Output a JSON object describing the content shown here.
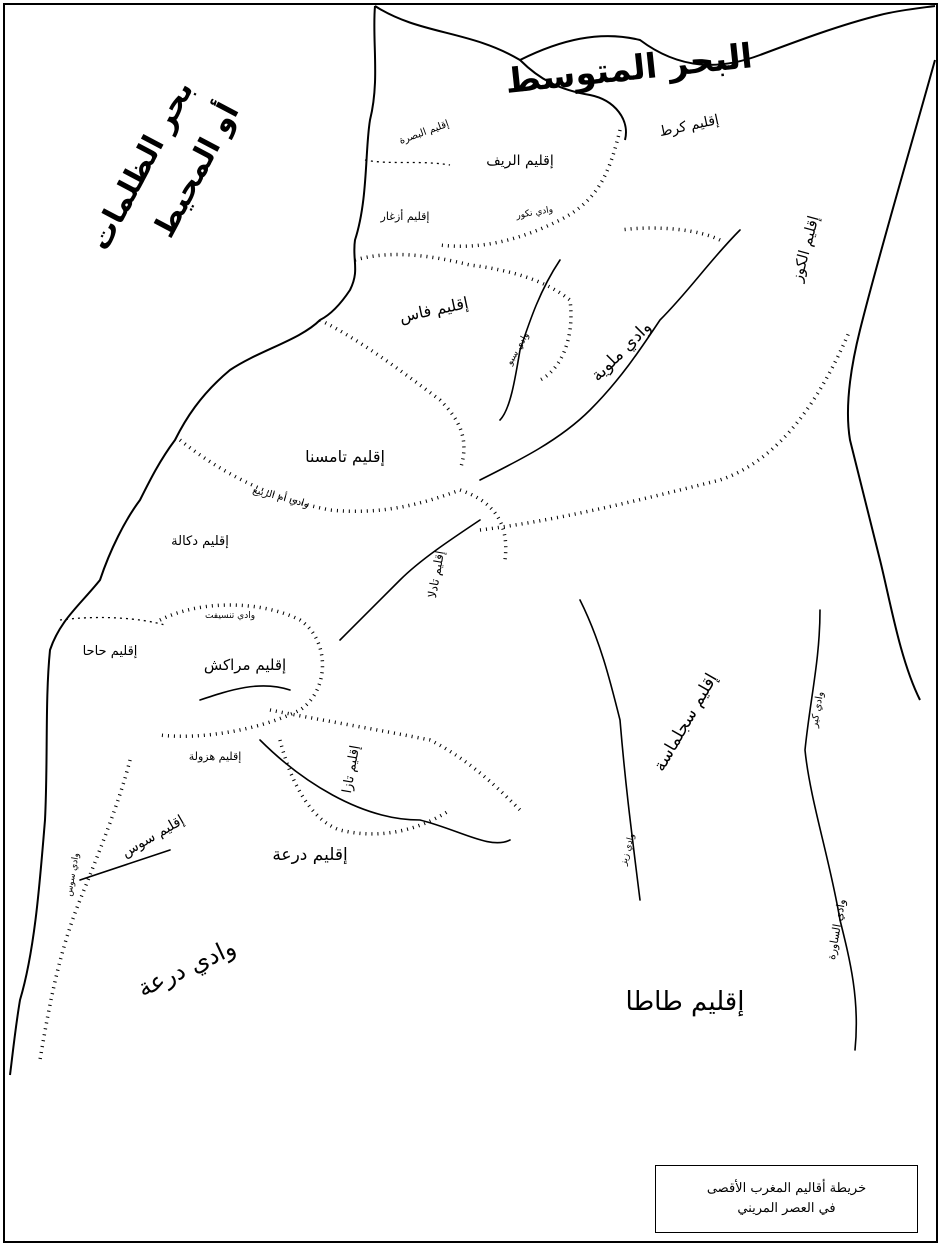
{
  "sea_labels": {
    "mediterranean": "البحر المتوسط",
    "atlantic_line1": "بحر الظلمات",
    "atlantic_line2": "أو المحيط"
  },
  "regions": {
    "kort": "إقليم كرط",
    "rif": "إقليم الريف",
    "basra": "إقليم البصرة",
    "azghar": "إقليم أزغار",
    "fes": "إقليم فاس",
    "tamesna": "إقليم تامسنا",
    "doukkala": "إقليم دكالة",
    "haha": "إقليم حاحا",
    "marrakech": "إقليم مراكش",
    "hazwala": "إقليم هزولة",
    "sous": "إقليم سوس",
    "draa": "إقليم درعة",
    "sijilmasa": "إقليم سجلماسة",
    "tata": "إقليم طاطا",
    "tadla": "إقليم تادلا",
    "taza": "إقليم تازا",
    "east": "إقليم الكوز"
  },
  "rivers": {
    "moulouya": "وادي ملوية",
    "draa_river": "وادي درعة",
    "oum_rabia": "وادي أم الربيع",
    "nakour": "وادي نكور",
    "sebou": "وادي سبو",
    "ziz": "وادي زيز",
    "guir": "وادي كير",
    "saoura": "وادي الساورة",
    "tensift": "وادي تنسيفت",
    "sous_river": "وادي سوس"
  },
  "legend": {
    "line1": "خريطة أقاليم المغرب الأقصى",
    "line2": "في العصر المريني"
  }
}
